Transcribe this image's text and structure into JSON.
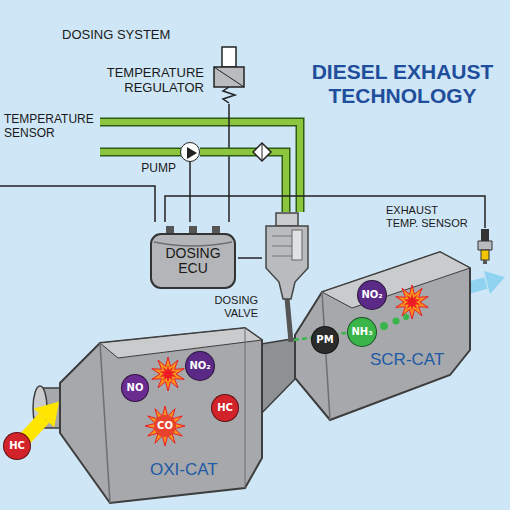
{
  "diagram": {
    "title": "DIESEL EXHAUST TECHNOLOGY",
    "nodes": [
      {
        "text": [
          "TEMPERATURE REGULATOR"
        ]
      },
      {
        "text": [
          "PUMP"
        ]
      },
      {
        "text": [
          "DOSING ECU"
        ]
      },
      {
        "text": [
          "DOSING VALVE"
        ]
      },
      {
        "text": [
          "EXHAUST TEMP. SENSOR"
        ]
      },
      {
        "text": [
          "SCR-CAT"
        ]
      },
      {
        "text": [
          "NO₂"
        ],
        "in": 5
      },
      {
        "text": [
          "PM"
        ],
        "in": 5
      },
      {
        "text": [
          "NH₃"
        ],
        "in": 5
      },
      {
        "text": [
          "HC"
        ]
      },
      {
        "text": [
          "OXI-CAT"
        ]
      },
      {
        "text": [
          "NO"
        ],
        "in": 10
      },
      {
        "text": [
          "NO₂"
        ],
        "in": 10
      },
      {
        "text": [
          "HC"
        ],
        "in": 10
      },
      {
        "text": [
          "CO"
        ],
        "in": 10
      }
    ],
    "edges": [
      {
        "from": 0,
        "to": 2,
        "arrow": "none"
      },
      {
        "from": 1,
        "to": 2,
        "arrow": "none"
      },
      {
        "from": 1,
        "to": 3,
        "arrow": "none"
      },
      {
        "from": 2,
        "to": 3,
        "arrow": "none"
      },
      {
        "from": 2,
        "to": 4,
        "arrow": "none"
      }
    ],
    "labels": [
      "DOSING SYSTEM",
      "TEMPERATURE SENSOR"
    ]
  }
}
